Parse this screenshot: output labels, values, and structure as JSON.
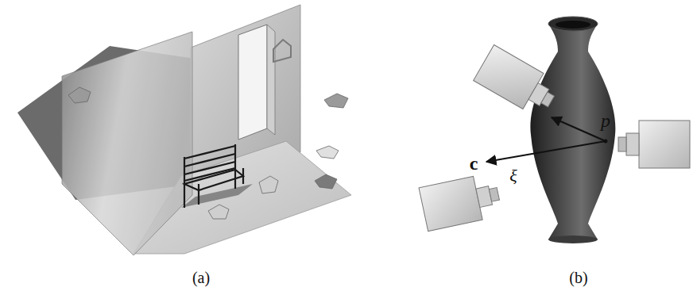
{
  "diagram": {
    "labels": [
      "p",
      "c",
      "ξ",
      "(a)",
      "(b)"
    ]
  }
}
